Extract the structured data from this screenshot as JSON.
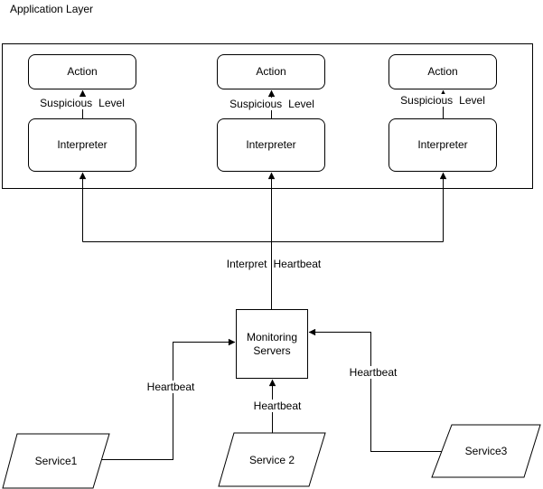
{
  "colors": {
    "stroke": "#000000",
    "fill": "#ffffff",
    "text": "#000000"
  },
  "diagram": {
    "title": "Application Layer",
    "application_layer": {
      "columns": [
        {
          "action": "Action",
          "edge_label": "Suspicious Level",
          "interpreter": "Interpreter"
        },
        {
          "action": "Action",
          "edge_label": "Suspicious Level",
          "interpreter": "Interpreter"
        },
        {
          "action": "Action",
          "edge_label": "Suspicious Level",
          "interpreter": "Interpreter"
        }
      ]
    },
    "monitoring_server": {
      "label": "Monitoring Servers"
    },
    "edges": {
      "interpret_heartbeat": "Interpret Heartbeat",
      "heartbeat_service1": "Heartbeat",
      "heartbeat_service2": "Heartbeat",
      "heartbeat_service3": "Heartbeat"
    },
    "services": [
      {
        "label": "Service1"
      },
      {
        "label": "Service 2"
      },
      {
        "label": "Service3"
      }
    ]
  }
}
